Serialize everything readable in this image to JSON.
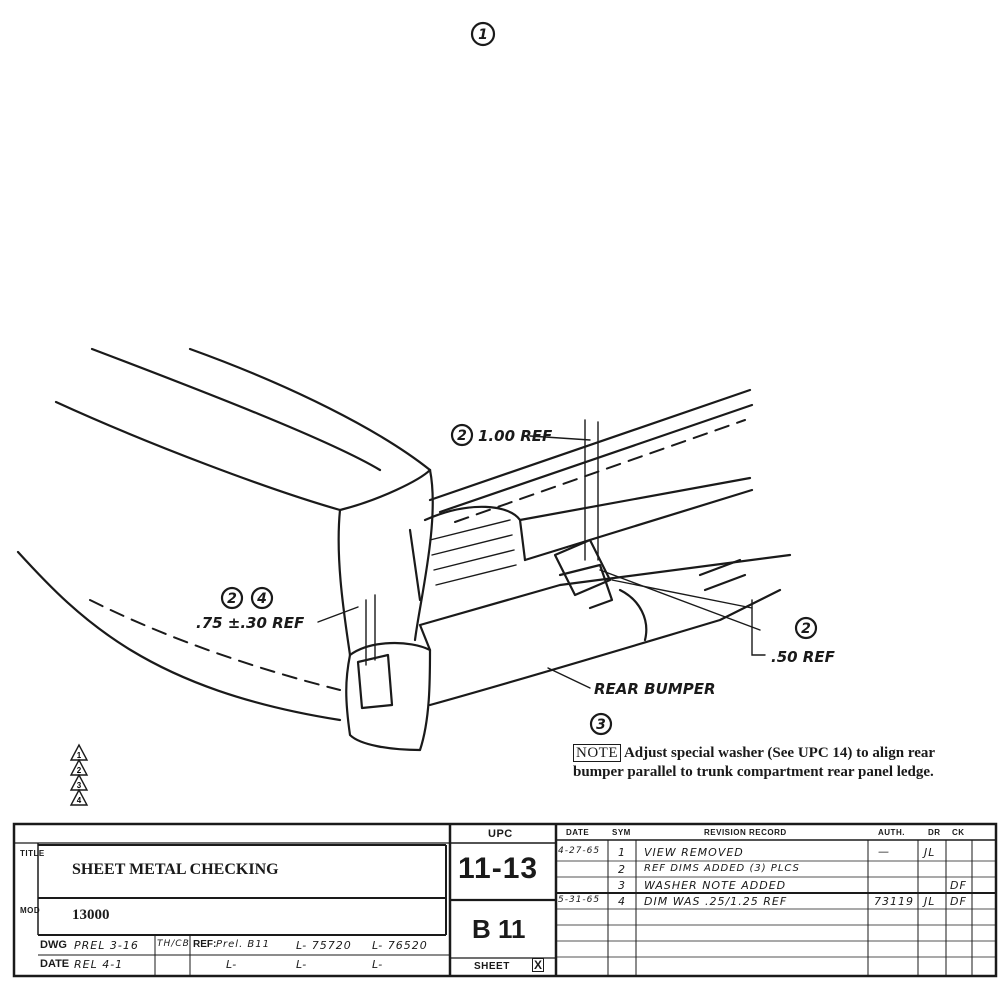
{
  "sheet_number": "1",
  "callouts": {
    "dim_top": {
      "circles": [
        "2"
      ],
      "text": "1.00 REF"
    },
    "dim_left": {
      "circles": [
        "2",
        "4"
      ],
      "text": ".75 ±.30 REF"
    },
    "dim_right": {
      "circles": [
        "2"
      ],
      "text": ".50 REF"
    },
    "bumper_label": "REAR BUMPER",
    "note_circle": "3"
  },
  "note": {
    "tag": "NOTE",
    "text": "Adjust special washer (See UPC 14) to align rear bumper parallel to trunk compartment rear panel ledge."
  },
  "revision_triangles": [
    "1",
    "2",
    "3",
    "4"
  ],
  "title_block": {
    "title_label": "TITLE",
    "title": "SHEET METAL CHECKING",
    "mod_label": "MOD",
    "mod": "13000",
    "upc_header": "UPC",
    "upc": "11-13",
    "sheet_code": "B 11",
    "sheet_label": "SHEET",
    "sheet_mark": "X",
    "dwg_label": "DWG",
    "date_label": "DATE",
    "prel_date": "PREL 3-16",
    "rel_date": "REL 4-1",
    "drafter": "TH/CB",
    "ref_label": "REF:",
    "ref_prel": "Prel. B11",
    "l_refs": [
      "L- 75720",
      "L- 76520",
      "L-",
      "L-",
      "L-"
    ],
    "rev_headers": {
      "date": "DATE",
      "sym": "SYM",
      "record": "REVISION RECORD",
      "auth": "AUTH.",
      "dr": "DR",
      "ck": "CK"
    },
    "revisions": [
      {
        "date": "4-27-65",
        "sym": "1",
        "record": "VIEW REMOVED",
        "auth": "—",
        "dr": "JL",
        "ck": ""
      },
      {
        "date": "",
        "sym": "2",
        "record": "REF DIMS ADDED (3) PLCS",
        "auth": "",
        "dr": "",
        "ck": ""
      },
      {
        "date": "",
        "sym": "3",
        "record": "WASHER NOTE ADDED",
        "auth": "",
        "dr": "",
        "ck": "DF"
      },
      {
        "date": "5-31-65",
        "sym": "4",
        "record": "DIM WAS .25/1.25 REF",
        "auth": "73119",
        "dr": "JL",
        "ck": "DF"
      }
    ]
  }
}
